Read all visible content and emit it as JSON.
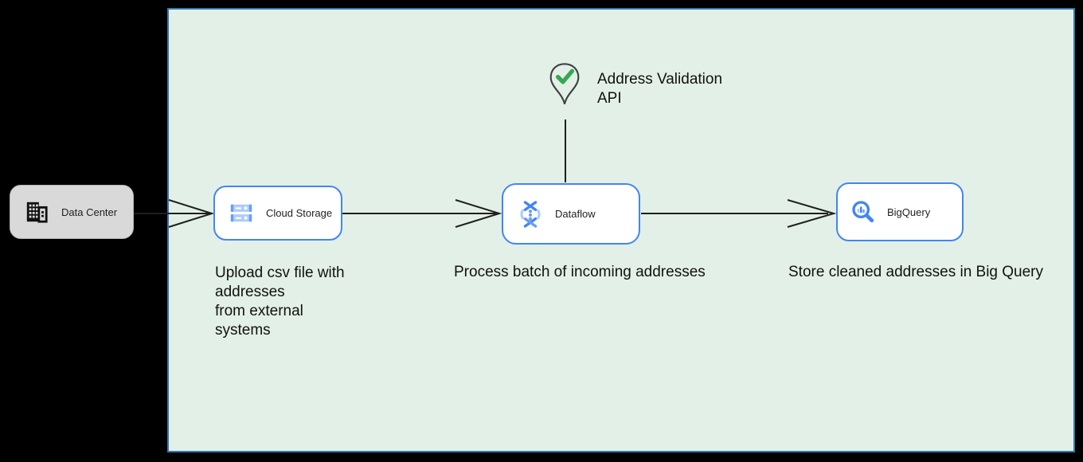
{
  "nodes": {
    "data_center": {
      "label": "Data Center",
      "icon": "building-icon"
    },
    "cloud_storage": {
      "label": "Cloud Storage",
      "icon": "cloud-storage-icon"
    },
    "dataflow": {
      "label": "Dataflow",
      "icon": "dataflow-icon"
    },
    "bigquery": {
      "label": "BigQuery",
      "icon": "bigquery-icon"
    }
  },
  "annotations": {
    "address_validation": {
      "icon": "map-pin-check-icon",
      "lines": [
        "Address Validation",
        "API"
      ]
    },
    "upload_note": {
      "lines": [
        "Upload csv file with",
        "addresses",
        "from external",
        "systems"
      ]
    },
    "process_note": {
      "text": "Process batch of incoming addresses"
    },
    "store_note": {
      "text": "Store cleaned addresses in Big Query"
    }
  },
  "colors": {
    "canvas_bg": "#000000",
    "panel_bg": "#e3f0e7",
    "panel_border": "#3377b0",
    "node_border": "#4285f4",
    "node_bg": "#ffffff",
    "data_center_bg": "#d9d9d9",
    "icon_blue": "#4285f4",
    "icon_mid_blue": "#669df6",
    "icon_light_blue": "#aecbfa",
    "check_green": "#34a853",
    "pin_outline": "#3c4043",
    "arrow": "#1f1f1f",
    "text": "#111111"
  }
}
